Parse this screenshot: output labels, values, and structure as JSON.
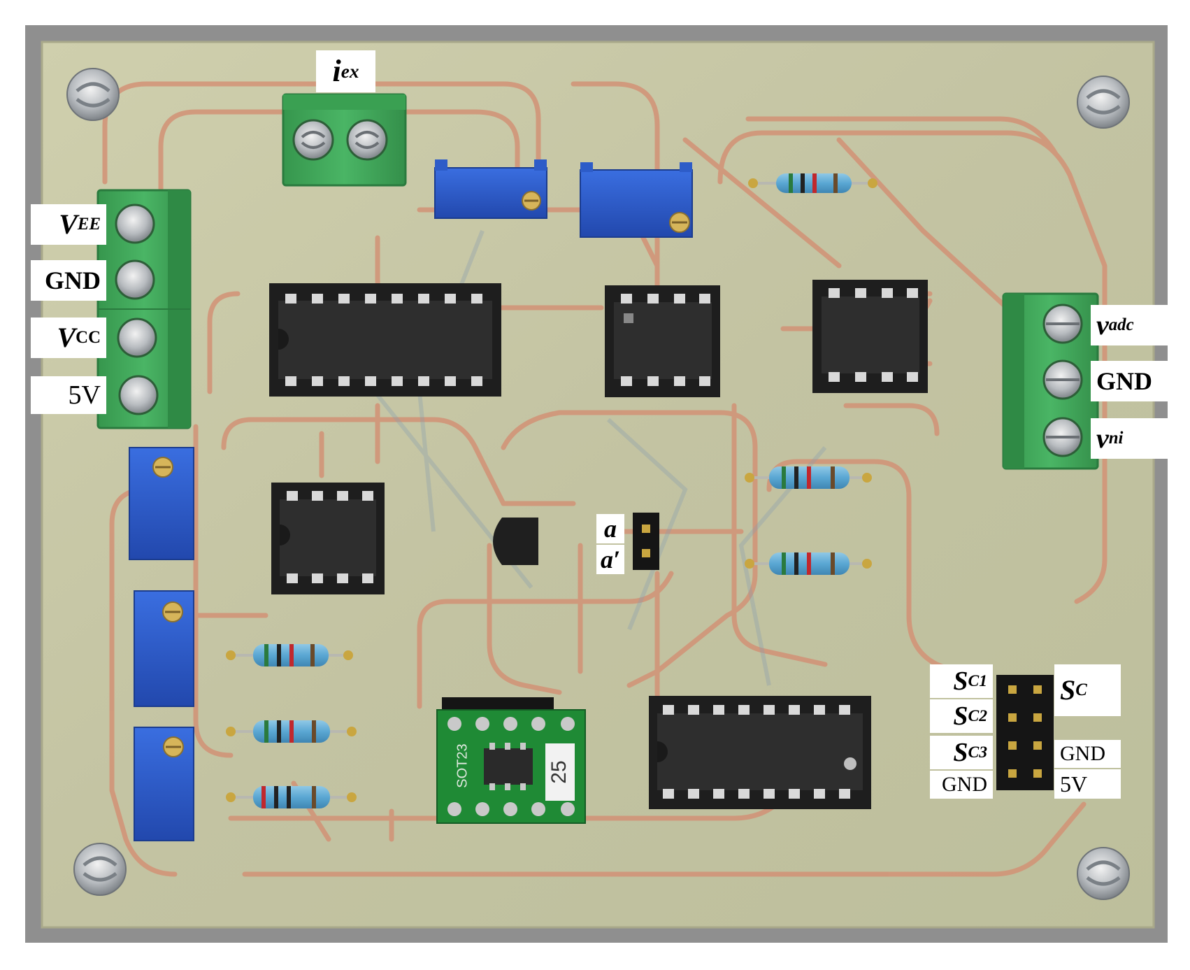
{
  "labels": {
    "iex": {
      "main": "i",
      "sub": "ex"
    },
    "vee": {
      "main": "V",
      "sub": "EE"
    },
    "gnd_left": "GND",
    "vcc": {
      "main": "V",
      "sub": "CC"
    },
    "v5_left": "5V",
    "vadc": {
      "main": "v",
      "sub": "adc"
    },
    "gnd_right": "GND",
    "vni": {
      "main": "v",
      "sub": "ni"
    },
    "a": "a",
    "a_prime": "a′",
    "sc1": {
      "main": "S",
      "sub": "C1"
    },
    "sc2": {
      "main": "S",
      "sub": "C2"
    },
    "sc3": {
      "main": "S",
      "sub": "C3"
    },
    "gnd_hdr_left": "GND",
    "sc": {
      "main": "S",
      "sub": "C"
    },
    "gnd_hdr_right": "GND",
    "v5_hdr_right": "5V"
  },
  "components": {
    "submodule_marking": "SOT23",
    "submodule_sticker": "25"
  },
  "colors": {
    "background": "#ffffff",
    "frame": "#8f8f8f",
    "board": "#c6c5a4",
    "trace": "#d29276",
    "terminal_block": "#3fa55a",
    "trimmer": "#2d5cc8",
    "ic_body": "#242424",
    "breakout_pcb": "#1f8a35"
  }
}
